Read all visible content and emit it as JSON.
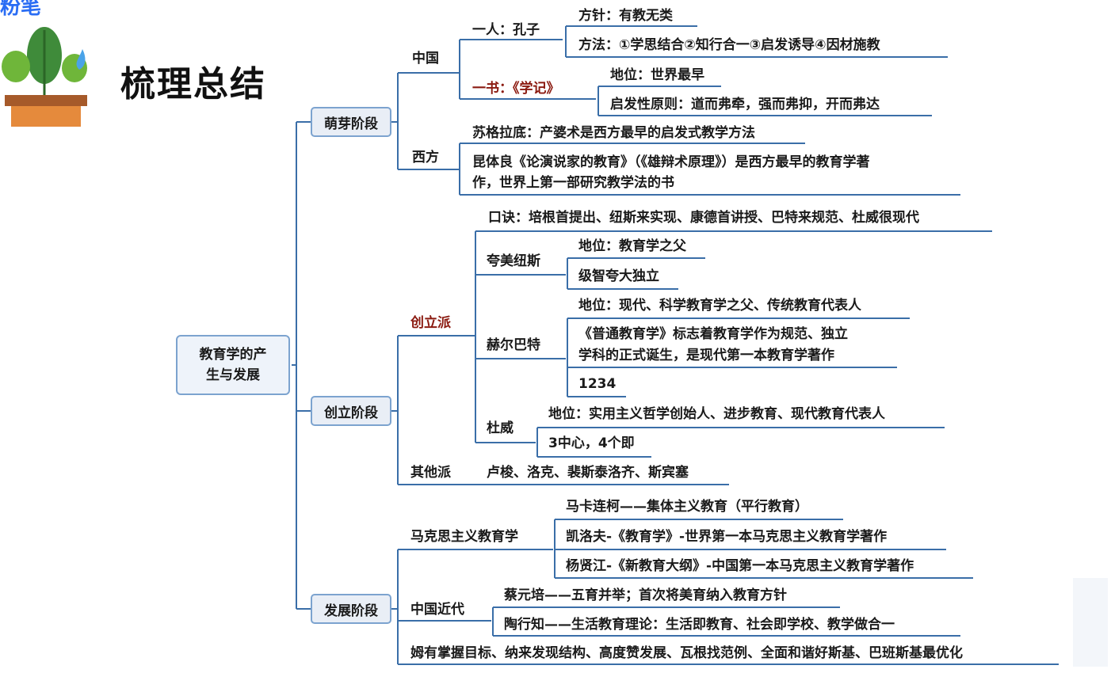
{
  "logo": {
    "text": "粉笔"
  },
  "title": "梳理总结",
  "root": {
    "line1": "教育学的产",
    "line2": "生与发展"
  },
  "stages": [
    {
      "label": "萌芽阶段",
      "groups": [
        {
          "label": "中国",
          "items": [
            {
              "label": "一人：孔子",
              "children": [
                "方针：有教无类",
                "方法：①学思结合②知行合一③启发诱导④因材施教"
              ]
            },
            {
              "label": "一书：《学记》",
              "children": [
                "地位：世界最早",
                "启发性原则：道而弗牵，强而弗抑，开而弗达"
              ]
            }
          ]
        },
        {
          "label": "西方",
          "items": [
            {
              "label": "苏格拉底：产婆术是西方最早的启发式教学方法"
            },
            {
              "line1": "昆体良《论演说家的教育》（《雄辩术原理》）是西方最早的教育学著",
              "line2": "作，世界上第一部研究教学法的书"
            }
          ]
        }
      ]
    },
    {
      "label": "创立阶段",
      "groups": [
        {
          "label": "创立派",
          "items": [
            {
              "label": "口诀：培根首提出、纽斯来实现、康德首讲授、巴特来规范、杜威很现代"
            },
            {
              "label": "夸美纽斯",
              "children": [
                "地位：教育学之父",
                "级智夸大独立"
              ]
            },
            {
              "label": "赫尔巴特",
              "children": [
                "地位：现代、科学教育学之父、传统教育代表人",
                "《普通教育学》标志着教育学作为规范、独立",
                "学科的正式诞生，是现代第一本教育学著作",
                "1234"
              ]
            },
            {
              "label": "杜威",
              "children": [
                "地位：实用主义哲学创始人、进步教育、现代教育代表人",
                "3中心，4个即"
              ]
            }
          ]
        },
        {
          "label": "其他派",
          "items": [
            {
              "label": "卢梭、洛克、裴斯泰洛齐、斯宾塞"
            }
          ]
        }
      ]
    },
    {
      "label": "发展阶段",
      "groups": [
        {
          "label": "马克思主义教育学",
          "items": [
            "马卡连柯——集体主义教育（平行教育）",
            "凯洛夫-《教育学》-世界第一本马克思主义教育学著作",
            "杨贤江-《新教育大纲》-中国第一本马克思主义教育学著作"
          ]
        },
        {
          "label": "中国近代",
          "items": [
            "蔡元培——五育并举；首次将美育纳入教育方针",
            "陶行知——生活教育理论：生活即教育、社会即学校、教学做合一"
          ]
        },
        {
          "label": "姆有掌握目标、纳来发现结构、高度赞发展、瓦根找范例、全面和谐好斯基、巴班斯基最优化"
        }
      ]
    }
  ],
  "colors": {
    "line": "#3a6ea8",
    "accent_red": "#8b1a10",
    "box_border": "#7ca3cf",
    "box_fill": "#e9eef6"
  }
}
